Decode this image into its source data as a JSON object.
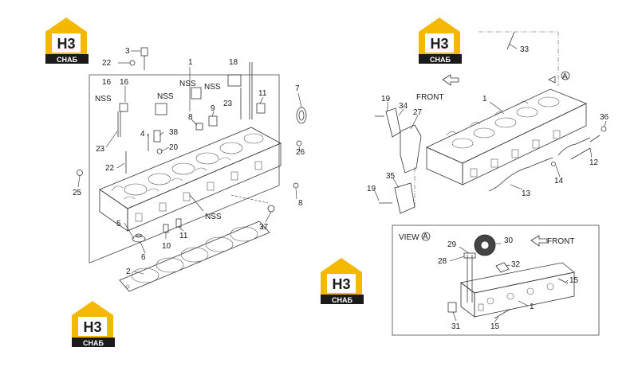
{
  "logos": [
    {
      "id": "logo-top-left",
      "letters": "H3",
      "caption": "CHAБ"
    },
    {
      "id": "logo-top-center",
      "letters": "H3",
      "caption": "CHAБ"
    },
    {
      "id": "logo-mid",
      "letters": "H3",
      "caption": "CHAБ"
    },
    {
      "id": "logo-bottom-left",
      "letters": "H3",
      "caption": "CHAБ"
    }
  ],
  "colors": {
    "logo_yellow": "#F5B800",
    "logo_dark": "#1a1a1a",
    "line": "#333333"
  },
  "left_diagram": {
    "callouts": [
      "3",
      "22",
      "1",
      "18",
      "16",
      "16",
      "NSS",
      "NSS",
      "NSS",
      "NSS",
      "7",
      "11",
      "23",
      "8",
      "9",
      "4",
      "38",
      "20",
      "23",
      "22",
      "26",
      "25",
      "8",
      "NSS",
      "37",
      "5",
      "6",
      "10",
      "11",
      "2"
    ]
  },
  "right_diagram": {
    "front_label": "FRONT",
    "view_marker": "A",
    "callouts": [
      "33",
      "1",
      "19",
      "34",
      "27",
      "36",
      "12",
      "14",
      "13",
      "35",
      "19"
    ]
  },
  "view_a": {
    "title": "VIEW",
    "marker": "A",
    "front_label": "FRONT",
    "callouts": [
      "29",
      "30",
      "28",
      "32",
      "15",
      "1",
      "31",
      "15"
    ]
  }
}
